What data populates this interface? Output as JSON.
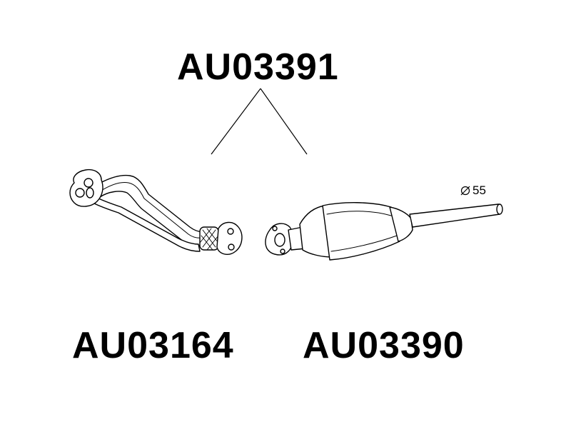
{
  "parts": {
    "assembly_code": "AU03391",
    "front_pipe_code": "AU03164",
    "catalytic_converter_code": "AU03390"
  },
  "dimension": {
    "diameter_value": "55"
  },
  "colors": {
    "ink": "#000000",
    "background": "#ffffff",
    "part_fill": "#ffffff"
  }
}
